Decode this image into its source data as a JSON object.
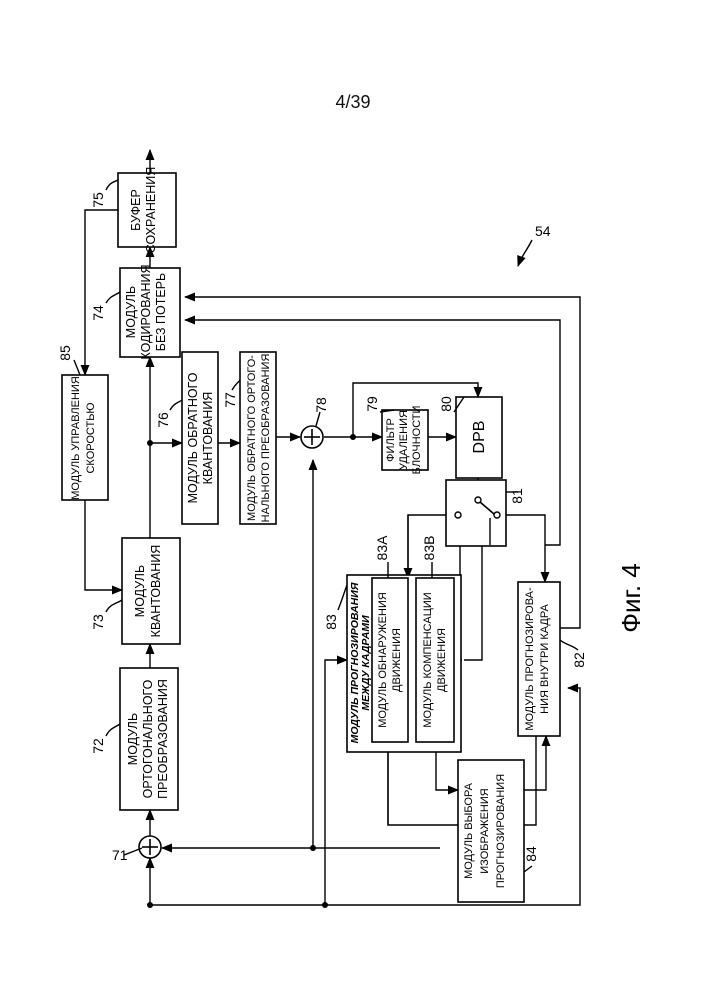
{
  "page_number": "4/39",
  "figure_label": "Фиг. 4",
  "refs": {
    "r54": "54",
    "r71": "71",
    "r72": "72",
    "r73": "73",
    "r74": "74",
    "r75": "75",
    "r76": "76",
    "r77": "77",
    "r78": "78",
    "r79": "79",
    "r80": "80",
    "r81": "81",
    "r82": "82",
    "r83": "83",
    "r83a": "83A",
    "r83b": "83B",
    "r84": "84",
    "r85": "85"
  },
  "blocks": {
    "b72": [
      "МОДУЛЬ",
      "ОРТОГОНАЛЬНОГО",
      "ПРЕОБРАЗОВАНИЯ"
    ],
    "b73": [
      "МОДУЛЬ",
      "КВАНТОВАНИЯ"
    ],
    "b74": [
      "МОДУЛЬ",
      "КОДИРОВАНИЯ",
      "БЕЗ ПОТЕРЬ"
    ],
    "b75": [
      "БУФЕР",
      "СОХРАНЕНИЯ"
    ],
    "b76": [
      "МОДУЛЬ ОБРАТНОГО",
      "КВАНТОВАНИЯ"
    ],
    "b77": [
      "МОДУЛЬ ОБРАТНОГО ОРТОГО-",
      "НАЛЬНОГО ПРЕОБРАЗОВАНИЯ"
    ],
    "b79": [
      "ФИЛЬТР",
      "УДАЛЕНИЯ",
      "БЛОЧНОСТИ"
    ],
    "b80": "DPB",
    "b85": [
      "МОДУЛЬ УПРАВЛЕНИЯ",
      "СКОРОСТЬЮ"
    ],
    "b83": [
      "МОДУЛЬ ПРОГНОЗИРОВАНИЯ",
      "МЕЖДУ КАДРАМИ"
    ],
    "b83a": [
      "МОДУЛЬ ОБНАРУЖЕНИЯ",
      "ДВИЖЕНИЯ"
    ],
    "b83b": [
      "МОДУЛЬ КОМПЕНСАЦИИ",
      "ДВИЖЕНИЯ"
    ],
    "b82": [
      "МОДУЛЬ ПРОГНОЗИРОВА-",
      "НИЯ ВНУТРИ КАДРА"
    ],
    "b84": [
      "МОДУЛЬ ВЫБОРА",
      "ИЗОБРАЖЕНИЯ",
      "ПРОГНОЗИРОВАНИЯ"
    ]
  }
}
